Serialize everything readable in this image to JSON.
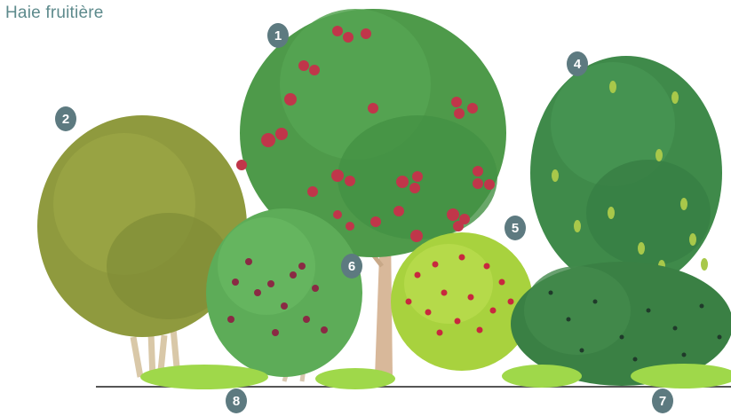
{
  "title": "Haie fruitière",
  "colors": {
    "marker_bg": "#5d7a80",
    "title_text": "#5d8a8c"
  },
  "markers": [
    {
      "label": "1"
    },
    {
      "label": "2"
    },
    {
      "label": "4"
    },
    {
      "label": "5"
    },
    {
      "label": "6"
    },
    {
      "label": "7"
    },
    {
      "label": "8"
    }
  ]
}
